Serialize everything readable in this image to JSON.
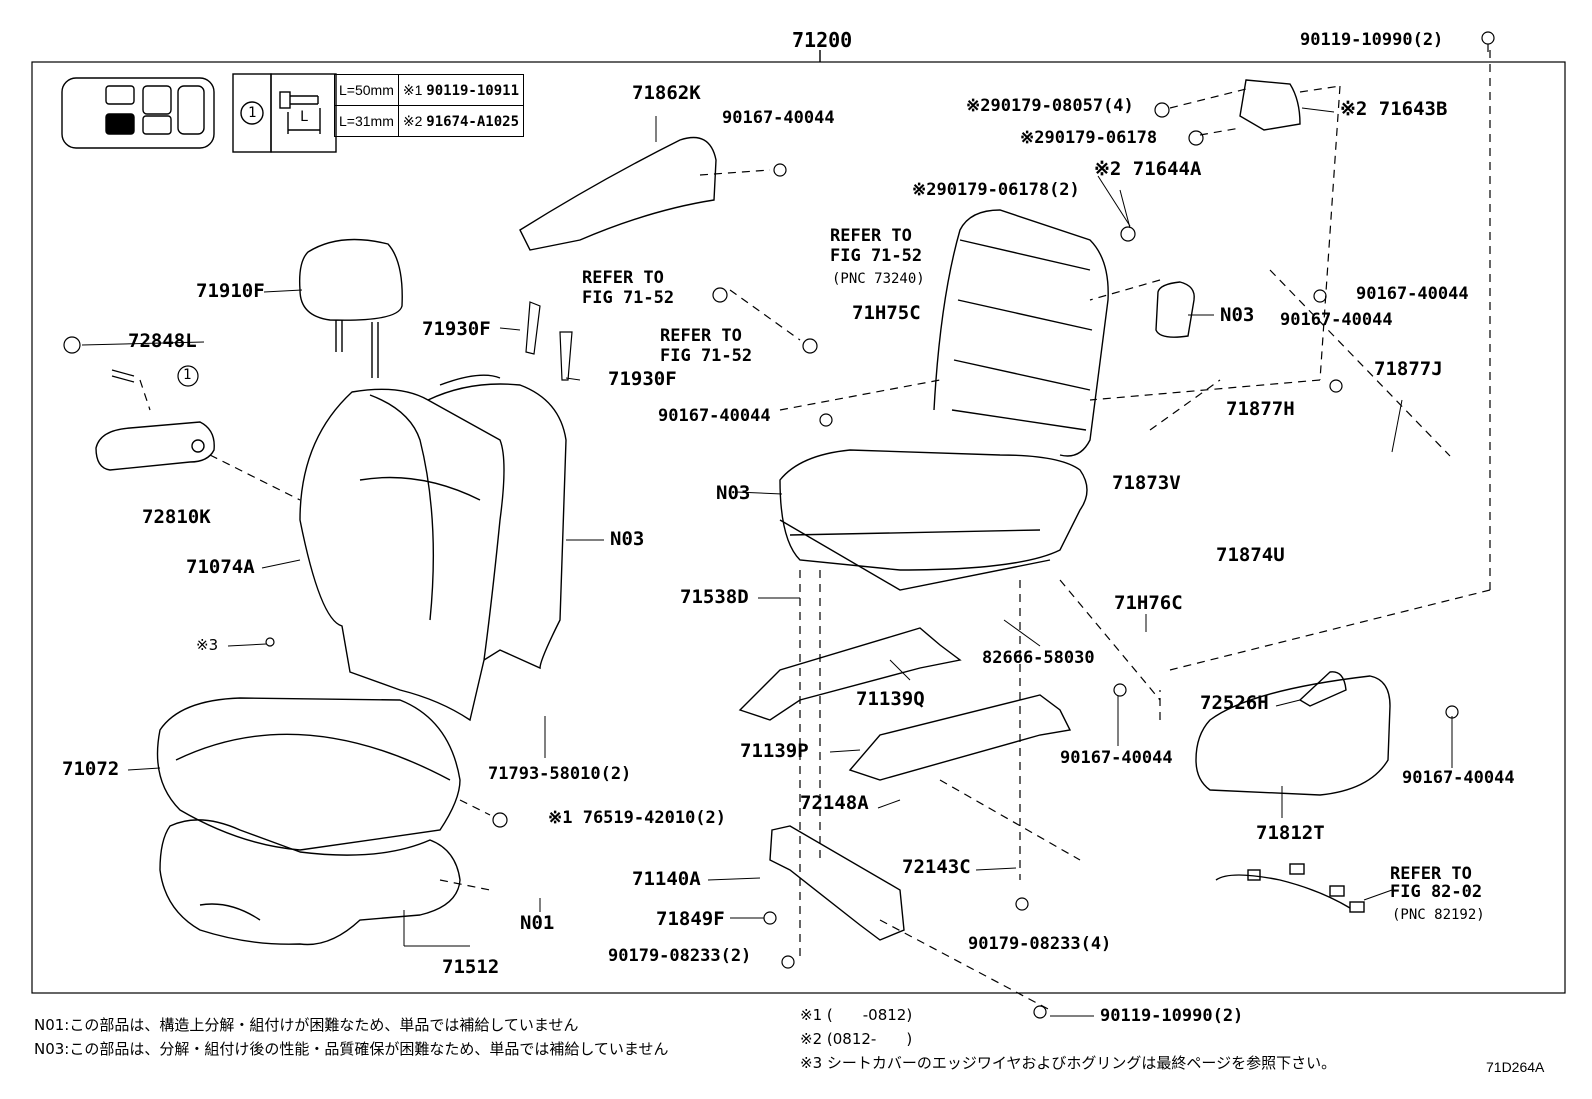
{
  "drawing_id": "71D264A",
  "assembly_number": "71200",
  "top_right_bolt": "90119-10990(2)",
  "bottom_bolt": "90119-10990(2)",
  "bolt_table": {
    "ref_mark": "1",
    "rows": [
      {
        "length": "L=50mm",
        "mark": "※1",
        "part": "90119-10911"
      },
      {
        "length": "L=31mm",
        "mark": "※2",
        "part": "91674-A1025"
      }
    ],
    "dim_letter": "L"
  },
  "labels": {
    "p71862K": "71862K",
    "p90167_a": "90167-40044",
    "p71643B": "※2 71643B",
    "p90179_08057": "※290179-08057(4)",
    "p90179_06178": "※290179-06178",
    "p71644A": "※2 71644A",
    "p90179_06178_2": "※290179-06178(2)",
    "refer1_a": "REFER TO",
    "refer1_b": "FIG 71-52",
    "refer1_c": "(PNC 73240)",
    "refer2_a": "REFER TO",
    "refer2_b": "FIG 71-52",
    "refer3_a": "REFER TO",
    "refer3_b": "FIG 71-52",
    "p71910F": "71910F",
    "p71930F_a": "71930F",
    "p71930F_b": "71930F",
    "p72848L": "72848L",
    "circle1": "1",
    "p72810K": "72810K",
    "p71074A": "71074A",
    "pN03_a": "N03",
    "p71H75C": "71H75C",
    "pN03_b": "N03",
    "p90167_b": "90167-40044",
    "p90167_c": "90167-40044",
    "p71877J": "71877J",
    "p71877H": "71877H",
    "p90167_d": "90167-40044",
    "pN03_c": "N03",
    "p71873V": "71873V",
    "p71874U": "71874U",
    "p71538D": "71538D",
    "p71H76C": "71H76C",
    "p82666": "82666-58030",
    "p71139Q": "71139Q",
    "mark3": "※3",
    "p71793": "71793-58010(2)",
    "p71072": "71072",
    "p76519": "※1  76519-42010(2)",
    "p71139P": "71139P",
    "p90167_e": "90167-40044",
    "p72526H": "72526H",
    "p90167_f": "90167-40044",
    "p72148A": "72148A",
    "p71812T": "71812T",
    "p72143C": "72143C",
    "p71140A": "71140A",
    "pN01": "N01",
    "p71849F": "71849F",
    "p90179_08233_a": "90179-08233(2)",
    "p90179_08233_b": "90179-08233(4)",
    "p71512": "71512",
    "refer4_a": "REFER TO",
    "refer4_b": "FIG 82-02",
    "refer4_c": "(PNC 82192)"
  },
  "notes": {
    "n01": "N01:この部品は、構造上分解・組付けが困難なため、単品では補給していません",
    "n03": "N03:この部品は、分解・組付け後の性能・品質確保が困難なため、単品では補給していません",
    "s1": "※1 (　　-0812)",
    "s2": "※2 (0812-　　)",
    "s3": "※3 シートカバーのエッジワイヤおよびホグリングは最終ページを参照下さい。"
  }
}
